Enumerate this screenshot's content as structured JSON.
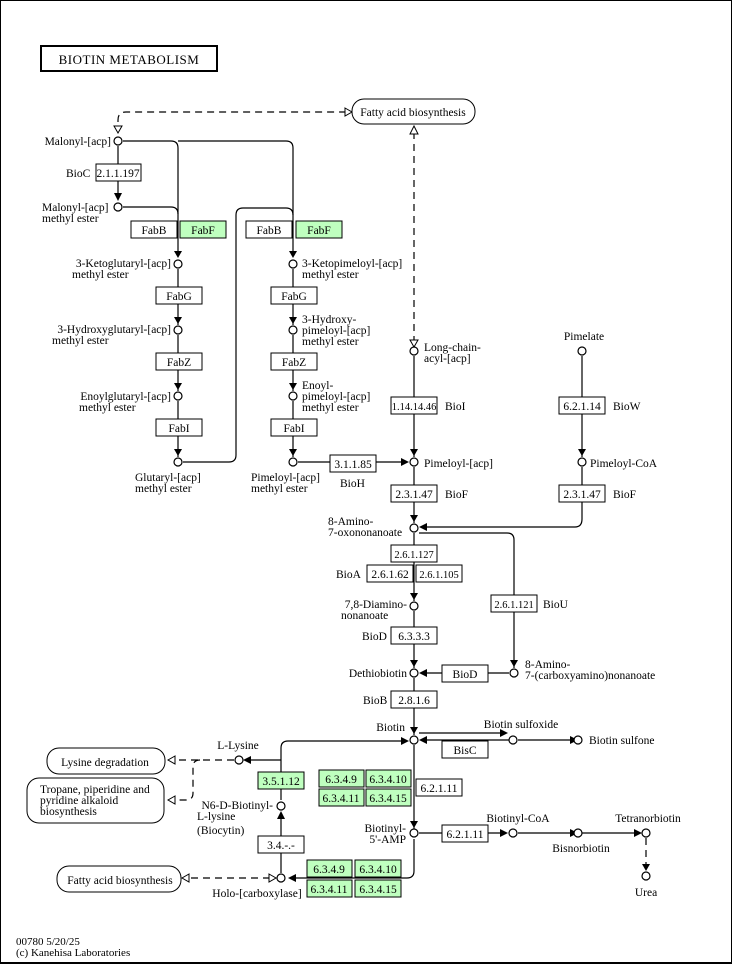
{
  "title": "BIOTIN METABOLISM",
  "footer": {
    "id_date": "00780 5/20/25",
    "copyright": "(c) Kanehisa Laboratories"
  },
  "maps": {
    "fatty_acid_top": "Fatty acid biosynthesis",
    "fatty_acid_bottom": "Fatty acid biosynthesis",
    "lysine_degradation": "Lysine degradation",
    "tropane_1": "Tropane, piperidine and",
    "tropane_2": "pyridine alkaloid",
    "tropane_3": "biosynthesis"
  },
  "compounds": {
    "malonyl_acp": "Malonyl-[acp]",
    "malonyl_me_1": "Malonyl-[acp]",
    "malonyl_me_2": "methyl ester",
    "ketoglut_1": "3-Ketoglutaryl-[acp]",
    "ketoglut_2": "methyl ester",
    "hydroxyglut_1": "3-Hydroxyglutaryl-[acp]",
    "hydroxyglut_2": "methyl ester",
    "enoylglut_1": "Enoylglutaryl-[acp]",
    "enoylglut_2": "methyl ester",
    "glutaryl_1": "Glutaryl-[acp]",
    "glutaryl_2": "methyl ester",
    "ketopim_1": "3-Ketopimeloyl-[acp]",
    "ketopim_2": "methyl ester",
    "hydroxypim_1": "3-Hydroxy-",
    "hydroxypim_2": "pimeloyl-[acp]",
    "hydroxypim_3": "methyl ester",
    "enoylpim_1": "Enoyl-",
    "enoylpim_2": "pimeloyl-[acp]",
    "enoylpim_3": "methyl ester",
    "pimeloyl_me_1": "Pimeloyl-[acp]",
    "pimeloyl_me_2": "methyl ester",
    "longchain_1": "Long-chain-",
    "longchain_2": "acyl-[acp]",
    "pimeloyl_acp": "Pimeloyl-[acp]",
    "pimelate": "Pimelate",
    "pimeloyl_coa": "Pimeloyl-CoA",
    "kapa_1": "8-Amino-",
    "kapa_2": "7-oxononanoate",
    "dapa_1": "7,8-Diamino-",
    "dapa_2": "nonanoate",
    "dethiobiotin": "Dethiobiotin",
    "carboxy_1": "8-Amino-",
    "carboxy_2": "7-(carboxyamino)nonanoate",
    "biotin": "Biotin",
    "biotin_sulfoxide": "Biotin sulfoxide",
    "biotin_sulfone": "Biotin sulfone",
    "l_lysine": "L-Lysine",
    "biocytin_1": "N6-D-Biotinyl-",
    "biocytin_2": "L-lysine",
    "biocytin_3": "(Biocytin)",
    "biotinyl_amp_1": "Biotinyl-",
    "biotinyl_amp_2": "5'-AMP",
    "biotinyl_coa": "Biotinyl-CoA",
    "bisnorbiotin": "Bisnorbiotin",
    "tetranorbiotin": "Tetranorbiotin",
    "urea": "Urea",
    "holo_carboxylase": "Holo-[carboxylase]"
  },
  "enzymes": {
    "ec_2_1_1_197": "2.1.1.197",
    "fabB_1": "FabB",
    "fabF_1": "FabF",
    "fabB_2": "FabB",
    "fabF_2": "FabF",
    "fabG_1": "FabG",
    "fabZ_1": "FabZ",
    "fabI_1": "FabI",
    "fabG_2": "FabG",
    "fabZ_2": "FabZ",
    "fabI_2": "FabI",
    "ec_3_1_1_85": "3.1.1.85",
    "ec_1_14_14_46": "1.14.14.46",
    "ec_2_3_1_47_a": "2.3.1.47",
    "ec_6_2_1_14": "6.2.1.14",
    "ec_2_3_1_47_b": "2.3.1.47",
    "ec_2_6_1_127": "2.6.1.127",
    "ec_2_6_1_62": "2.6.1.62",
    "ec_2_6_1_105": "2.6.1.105",
    "ec_2_6_1_121": "2.6.1.121",
    "ec_6_3_3_3": "6.3.3.3",
    "bioD_box": "BioD",
    "ec_2_8_1_6": "2.8.1.6",
    "bisC": "BisC",
    "ec_3_5_1_12": "3.5.1.12",
    "ec_6_3_4_9_a": "6.3.4.9",
    "ec_6_3_4_10_a": "6.3.4.10",
    "ec_6_3_4_11_a": "6.3.4.11",
    "ec_6_3_4_15_a": "6.3.4.15",
    "ec_6_2_1_11_a": "6.2.1.11",
    "ec_6_2_1_11_b": "6.2.1.11",
    "ec_3_4": "3.4.-.-",
    "ec_6_3_4_9_b": "6.3.4.9",
    "ec_6_3_4_10_b": "6.3.4.10",
    "ec_6_3_4_11_b": "6.3.4.11",
    "ec_6_3_4_15_b": "6.3.4.15"
  },
  "gene_labels": {
    "bioC": "BioC",
    "bioH": "BioH",
    "bioI": "BioI",
    "bioF_a": "BioF",
    "bioW": "BioW",
    "bioF_b": "BioF",
    "bioA": "BioA",
    "bioU": "BioU",
    "bioD": "BioD",
    "bioB": "BioB"
  },
  "colors": {
    "highlight": "#bfffbf",
    "line": "#000000",
    "background": "#ffffff"
  }
}
